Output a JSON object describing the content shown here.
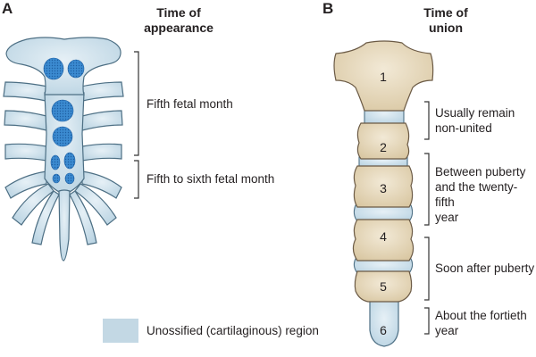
{
  "panel_a": {
    "letter": "A",
    "title_line1": "Time of",
    "title_line2": "appearance",
    "brackets": [
      {
        "label": "Fifth fetal month"
      },
      {
        "label": "Fifth to sixth fetal month"
      }
    ]
  },
  "panel_b": {
    "letter": "B",
    "title_line1": "Time of",
    "title_line2": "union",
    "segments": [
      "1",
      "2",
      "3",
      "4",
      "5",
      "6"
    ],
    "brackets": [
      {
        "line1": "Usually remain",
        "line2": "non-united"
      },
      {
        "line1": "Between puberty",
        "line2": "and the twenty-fifth",
        "line3": "year"
      },
      {
        "line1": "Soon after puberty"
      },
      {
        "line1": "About the fortieth",
        "line2": "year"
      }
    ]
  },
  "legend": {
    "label": "Unossified (cartilaginous) region",
    "color": "#c3d8e4"
  },
  "colors": {
    "cartilage": "#c9dfeb",
    "cartilage_outline": "#4d6f84",
    "ossification": "#2b7ac4",
    "bone": "#e4d6b8",
    "bone_outline": "#6b5a45"
  }
}
